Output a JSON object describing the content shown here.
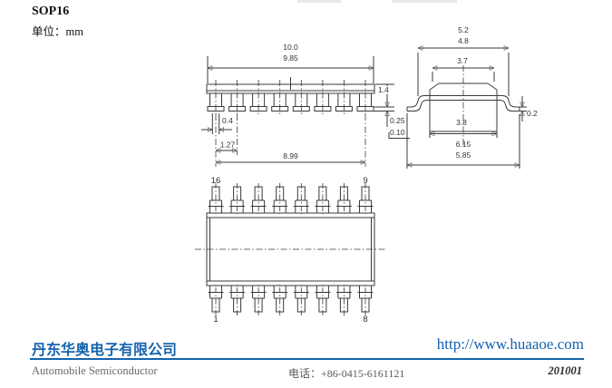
{
  "header": {
    "package_name": "SOP16",
    "unit_label": "单位：mm"
  },
  "drawing": {
    "side_view": {
      "dims": {
        "overall_max": "10.0",
        "overall_min": "9.85",
        "height": "1.4",
        "standoff_max": "0.25",
        "standoff_min": "0.10",
        "lead_width": "0.4",
        "pitch": "1.27",
        "lead_span": "8.99"
      }
    },
    "end_view": {
      "dims": {
        "span_max": "5.2",
        "span_min": "4.8",
        "body_top": "3.7",
        "body_bottom": "3.8",
        "lead_thickness": "0.2",
        "foot_span_max": "6.15",
        "foot_span_min": "5.85"
      }
    },
    "top_view": {
      "pin_labels": {
        "top_left": "16",
        "top_right": "9",
        "bottom_left": "1",
        "bottom_right": "8"
      }
    },
    "line_color": "#3a3a3a"
  },
  "footer": {
    "company_cn": "丹东华奥电子有限公司",
    "website": "http://www.huaaoe.com",
    "division_en": "Automobile Semiconductor",
    "phone": "电话：+86-0415-6161121",
    "doc_number": "201001",
    "accent_color": "#1563ae"
  }
}
